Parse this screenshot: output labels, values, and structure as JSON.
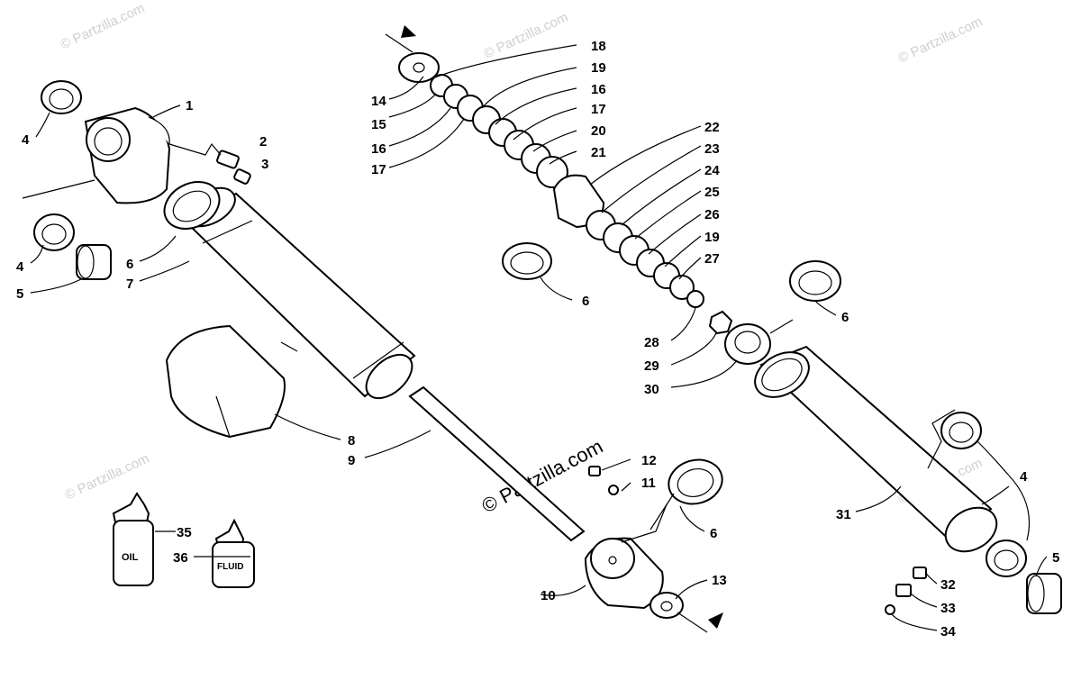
{
  "watermarks": {
    "top_center": "© Partzilla.com",
    "top_left": "© Partzilla.com",
    "top_right": "© Partzilla.com",
    "left_mid": "© Partzilla.com",
    "right_mid": "© Partzilla.com",
    "center": "© Partzilla.com"
  },
  "bottle_labels": {
    "oil": "OIL",
    "fluid": "FLUID"
  },
  "callouts": [
    "1",
    "2",
    "3",
    "4",
    "4",
    "5",
    "6",
    "7",
    "8",
    "9",
    "10",
    "11",
    "12",
    "13",
    "14",
    "15",
    "16",
    "17",
    "18",
    "19",
    "16",
    "17",
    "20",
    "21",
    "22",
    "23",
    "24",
    "25",
    "26",
    "19",
    "27",
    "6",
    "28",
    "29",
    "30",
    "6",
    "31",
    "4",
    "5",
    "6",
    "32",
    "33",
    "34",
    "35",
    "36"
  ]
}
